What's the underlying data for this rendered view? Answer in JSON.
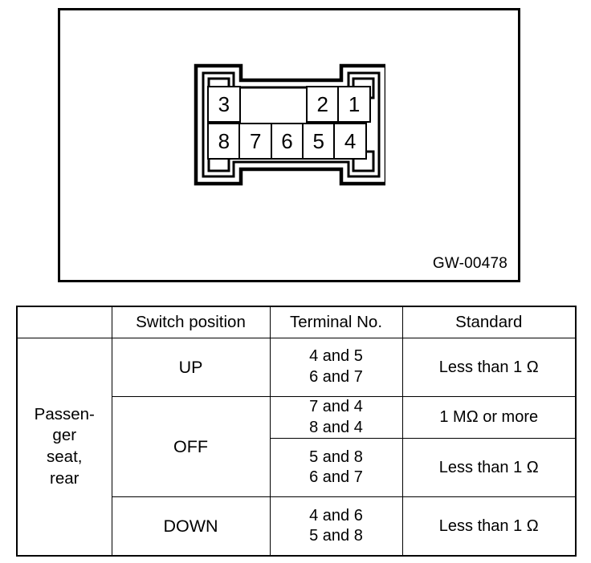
{
  "figure": {
    "code_label": "GW-00478",
    "connector": {
      "description": "8-pin connector terminal layout",
      "top_row": [
        "3",
        "",
        "",
        "2",
        "1"
      ],
      "bottom_row": [
        "8",
        "7",
        "6",
        "5",
        "4"
      ],
      "pin_count": 8
    }
  },
  "table": {
    "headers": {
      "label": "",
      "switch_position": "Switch position",
      "terminal_no": "Terminal No.",
      "standard": "Standard"
    },
    "row_label": "Passen-\nger\nseat,\nrear",
    "row_label_lines": [
      "Passen-",
      "ger",
      "seat,",
      "rear"
    ],
    "rows": [
      {
        "switch_position": "UP",
        "terminals": [
          "4 and 5",
          "6 and 7"
        ],
        "standard": "Less than 1 Ω",
        "standard_bold": false
      },
      {
        "switch_position": "OFF",
        "terminals": [
          "7 and 4",
          "8 and 4"
        ],
        "standard": "1 MΩ or more",
        "standard_bold": true
      },
      {
        "switch_position": "",
        "terminals": [
          "5 and 8",
          "6 and 7"
        ],
        "standard": "Less than 1 Ω",
        "standard_bold": false
      },
      {
        "switch_position": "DOWN",
        "terminals": [
          "4 and 6",
          "5 and 8"
        ],
        "standard": "Less than 1 Ω",
        "standard_bold": false
      }
    ]
  },
  "colors": {
    "ink": "#000000",
    "paper": "#ffffff"
  }
}
